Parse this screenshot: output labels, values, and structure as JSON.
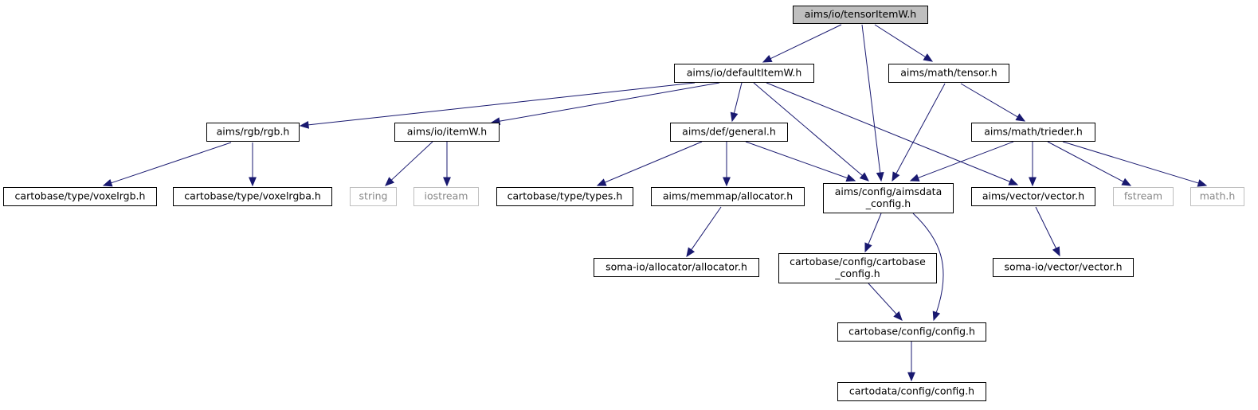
{
  "graph": {
    "colors": {
      "edge": "#191970",
      "root_fill": "#bfbfbf",
      "node_border": "#000000",
      "external_border": "#bfbfbf",
      "external_text": "#888888"
    },
    "nodes": [
      {
        "id": "root",
        "label": [
          "aims/io/tensorItemW.h"
        ],
        "kind": "root"
      },
      {
        "id": "defaultItemW",
        "label": [
          "aims/io/defaultItemW.h"
        ],
        "kind": "normal"
      },
      {
        "id": "tensor",
        "label": [
          "aims/math/tensor.h"
        ],
        "kind": "normal"
      },
      {
        "id": "rgb",
        "label": [
          "aims/rgb/rgb.h"
        ],
        "kind": "normal"
      },
      {
        "id": "itemW",
        "label": [
          "aims/io/itemW.h"
        ],
        "kind": "normal"
      },
      {
        "id": "general",
        "label": [
          "aims/def/general.h"
        ],
        "kind": "normal"
      },
      {
        "id": "trieder",
        "label": [
          "aims/math/trieder.h"
        ],
        "kind": "normal"
      },
      {
        "id": "voxelrgb",
        "label": [
          "cartobase/type/voxelrgb.h"
        ],
        "kind": "normal"
      },
      {
        "id": "voxelrgba",
        "label": [
          "cartobase/type/voxelrgba.h"
        ],
        "kind": "normal"
      },
      {
        "id": "string",
        "label": [
          "string"
        ],
        "kind": "external"
      },
      {
        "id": "iostream",
        "label": [
          "iostream"
        ],
        "kind": "external"
      },
      {
        "id": "types",
        "label": [
          "cartobase/type/types.h"
        ],
        "kind": "normal"
      },
      {
        "id": "allocator",
        "label": [
          "aims/memmap/allocator.h"
        ],
        "kind": "normal"
      },
      {
        "id": "aimsdata_config",
        "label": [
          "aims/config/aimsdata",
          "_config.h"
        ],
        "kind": "normal"
      },
      {
        "id": "vector",
        "label": [
          "aims/vector/vector.h"
        ],
        "kind": "normal"
      },
      {
        "id": "fstream",
        "label": [
          "fstream"
        ],
        "kind": "external"
      },
      {
        "id": "math",
        "label": [
          "math.h"
        ],
        "kind": "external"
      },
      {
        "id": "soma_allocator",
        "label": [
          "soma-io/allocator/allocator.h"
        ],
        "kind": "normal"
      },
      {
        "id": "cartobase_config",
        "label": [
          "cartobase/config/cartobase",
          "_config.h"
        ],
        "kind": "normal"
      },
      {
        "id": "soma_vector",
        "label": [
          "soma-io/vector/vector.h"
        ],
        "kind": "normal"
      },
      {
        "id": "config",
        "label": [
          "cartobase/config/config.h"
        ],
        "kind": "normal"
      },
      {
        "id": "cartodata_config",
        "label": [
          "cartodata/config/config.h"
        ],
        "kind": "normal"
      }
    ],
    "edges": [
      {
        "from": "root",
        "to": "defaultItemW"
      },
      {
        "from": "root",
        "to": "aimsdata_config"
      },
      {
        "from": "root",
        "to": "tensor"
      },
      {
        "from": "defaultItemW",
        "to": "rgb"
      },
      {
        "from": "defaultItemW",
        "to": "itemW"
      },
      {
        "from": "defaultItemW",
        "to": "general"
      },
      {
        "from": "defaultItemW",
        "to": "aimsdata_config"
      },
      {
        "from": "defaultItemW",
        "to": "vector"
      },
      {
        "from": "tensor",
        "to": "aimsdata_config"
      },
      {
        "from": "tensor",
        "to": "trieder"
      },
      {
        "from": "rgb",
        "to": "voxelrgb"
      },
      {
        "from": "rgb",
        "to": "voxelrgba"
      },
      {
        "from": "itemW",
        "to": "string"
      },
      {
        "from": "itemW",
        "to": "iostream"
      },
      {
        "from": "general",
        "to": "types"
      },
      {
        "from": "general",
        "to": "allocator"
      },
      {
        "from": "general",
        "to": "aimsdata_config"
      },
      {
        "from": "trieder",
        "to": "aimsdata_config"
      },
      {
        "from": "trieder",
        "to": "vector"
      },
      {
        "from": "trieder",
        "to": "fstream"
      },
      {
        "from": "trieder",
        "to": "math"
      },
      {
        "from": "allocator",
        "to": "soma_allocator"
      },
      {
        "from": "aimsdata_config",
        "to": "cartobase_config"
      },
      {
        "from": "aimsdata_config",
        "to": "config"
      },
      {
        "from": "cartobase_config",
        "to": "config"
      },
      {
        "from": "vector",
        "to": "soma_vector"
      },
      {
        "from": "config",
        "to": "cartodata_config"
      }
    ]
  }
}
